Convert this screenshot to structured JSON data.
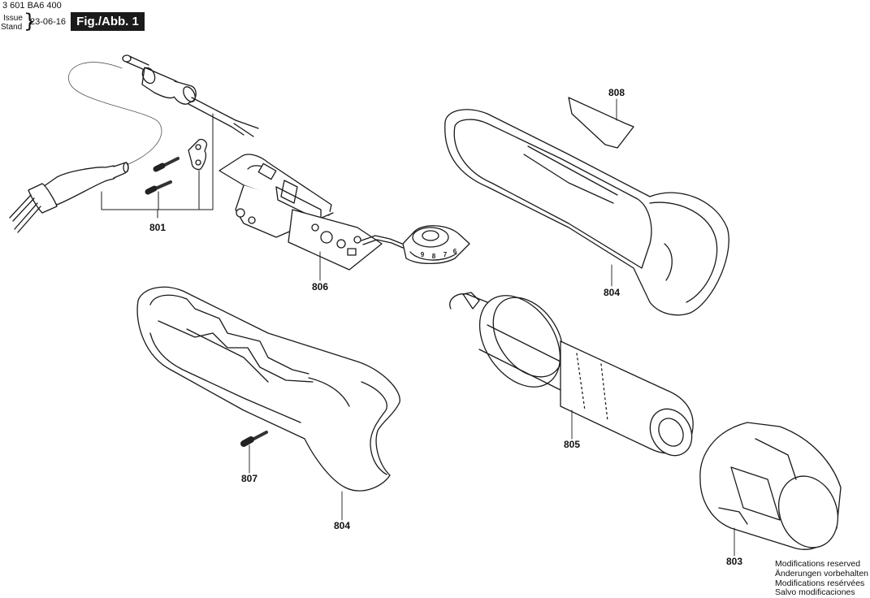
{
  "header": {
    "doc_number": "3 601 BA6 400",
    "issue_label": "Issue",
    "stand_label": "Stand",
    "date": "23-06-16",
    "figure_label": "Fig./Abb. 1"
  },
  "callouts": {
    "p801": "801",
    "p803": "803",
    "p804_upper": "804",
    "p804_lower": "804",
    "p805": "805",
    "p806": "806",
    "p807": "807",
    "p808": "808"
  },
  "dial_digits": [
    "9",
    "8",
    "7",
    "6"
  ],
  "notes": [
    "Modifications reserved",
    "Änderungen vorbehalten",
    "Modifications resérvées",
    "Salvo modificaciones"
  ]
}
